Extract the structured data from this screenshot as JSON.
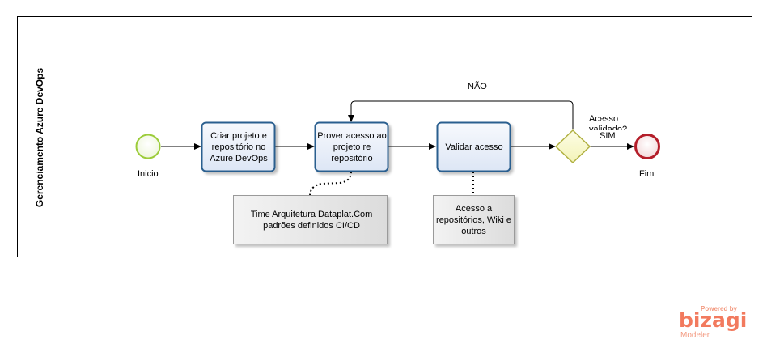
{
  "pool": {
    "lane_title": "Gerenciamento Azure DevOps"
  },
  "events": {
    "start": {
      "label": "Inicio",
      "color": "#9ccc3a"
    },
    "end": {
      "label": "Fim",
      "color": "#b41e2a"
    }
  },
  "tasks": [
    {
      "id": "criar",
      "label": "Criar projeto e repositório no Azure DevOps"
    },
    {
      "id": "prover",
      "label": "Prover acesso ao projeto re repositório"
    },
    {
      "id": "validar",
      "label": "Validar acesso"
    }
  ],
  "gateway": {
    "label": "Acesso validado?",
    "yes_label": "SIM",
    "no_label": "NÃO",
    "color": "#e0e06a"
  },
  "annotations": [
    {
      "id": "time",
      "text": "Time Arquitetura Dataplat.Com padrões definidos CI/CD"
    },
    {
      "id": "acesso",
      "text": "Acesso a repositórios, Wiki e outros"
    }
  ],
  "watermark": {
    "powered": "Powered by",
    "brand": "bizagi",
    "product": "Modeler",
    "color": "#f27a5e"
  },
  "colors": {
    "task_border": "#2b5f8f",
    "task_fill": "#e8eef9",
    "note_fill": "#e2e2e2"
  }
}
